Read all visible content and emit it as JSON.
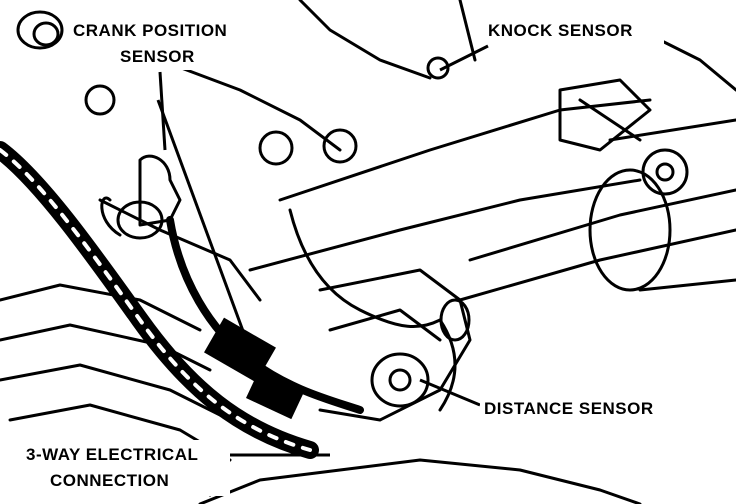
{
  "labels": {
    "crank_position_sensor_line1": "CRANK POSITION",
    "crank_position_sensor_line2": "SENSOR",
    "knock_sensor": "KNOCK SENSOR",
    "distance_sensor": "DISTANCE SENSOR",
    "three_way_connection_line1": "3-WAY ELECTRICAL",
    "three_way_connection_line2": "CONNECTION"
  },
  "colors": {
    "ink": "#000000",
    "paper": "#ffffff"
  }
}
